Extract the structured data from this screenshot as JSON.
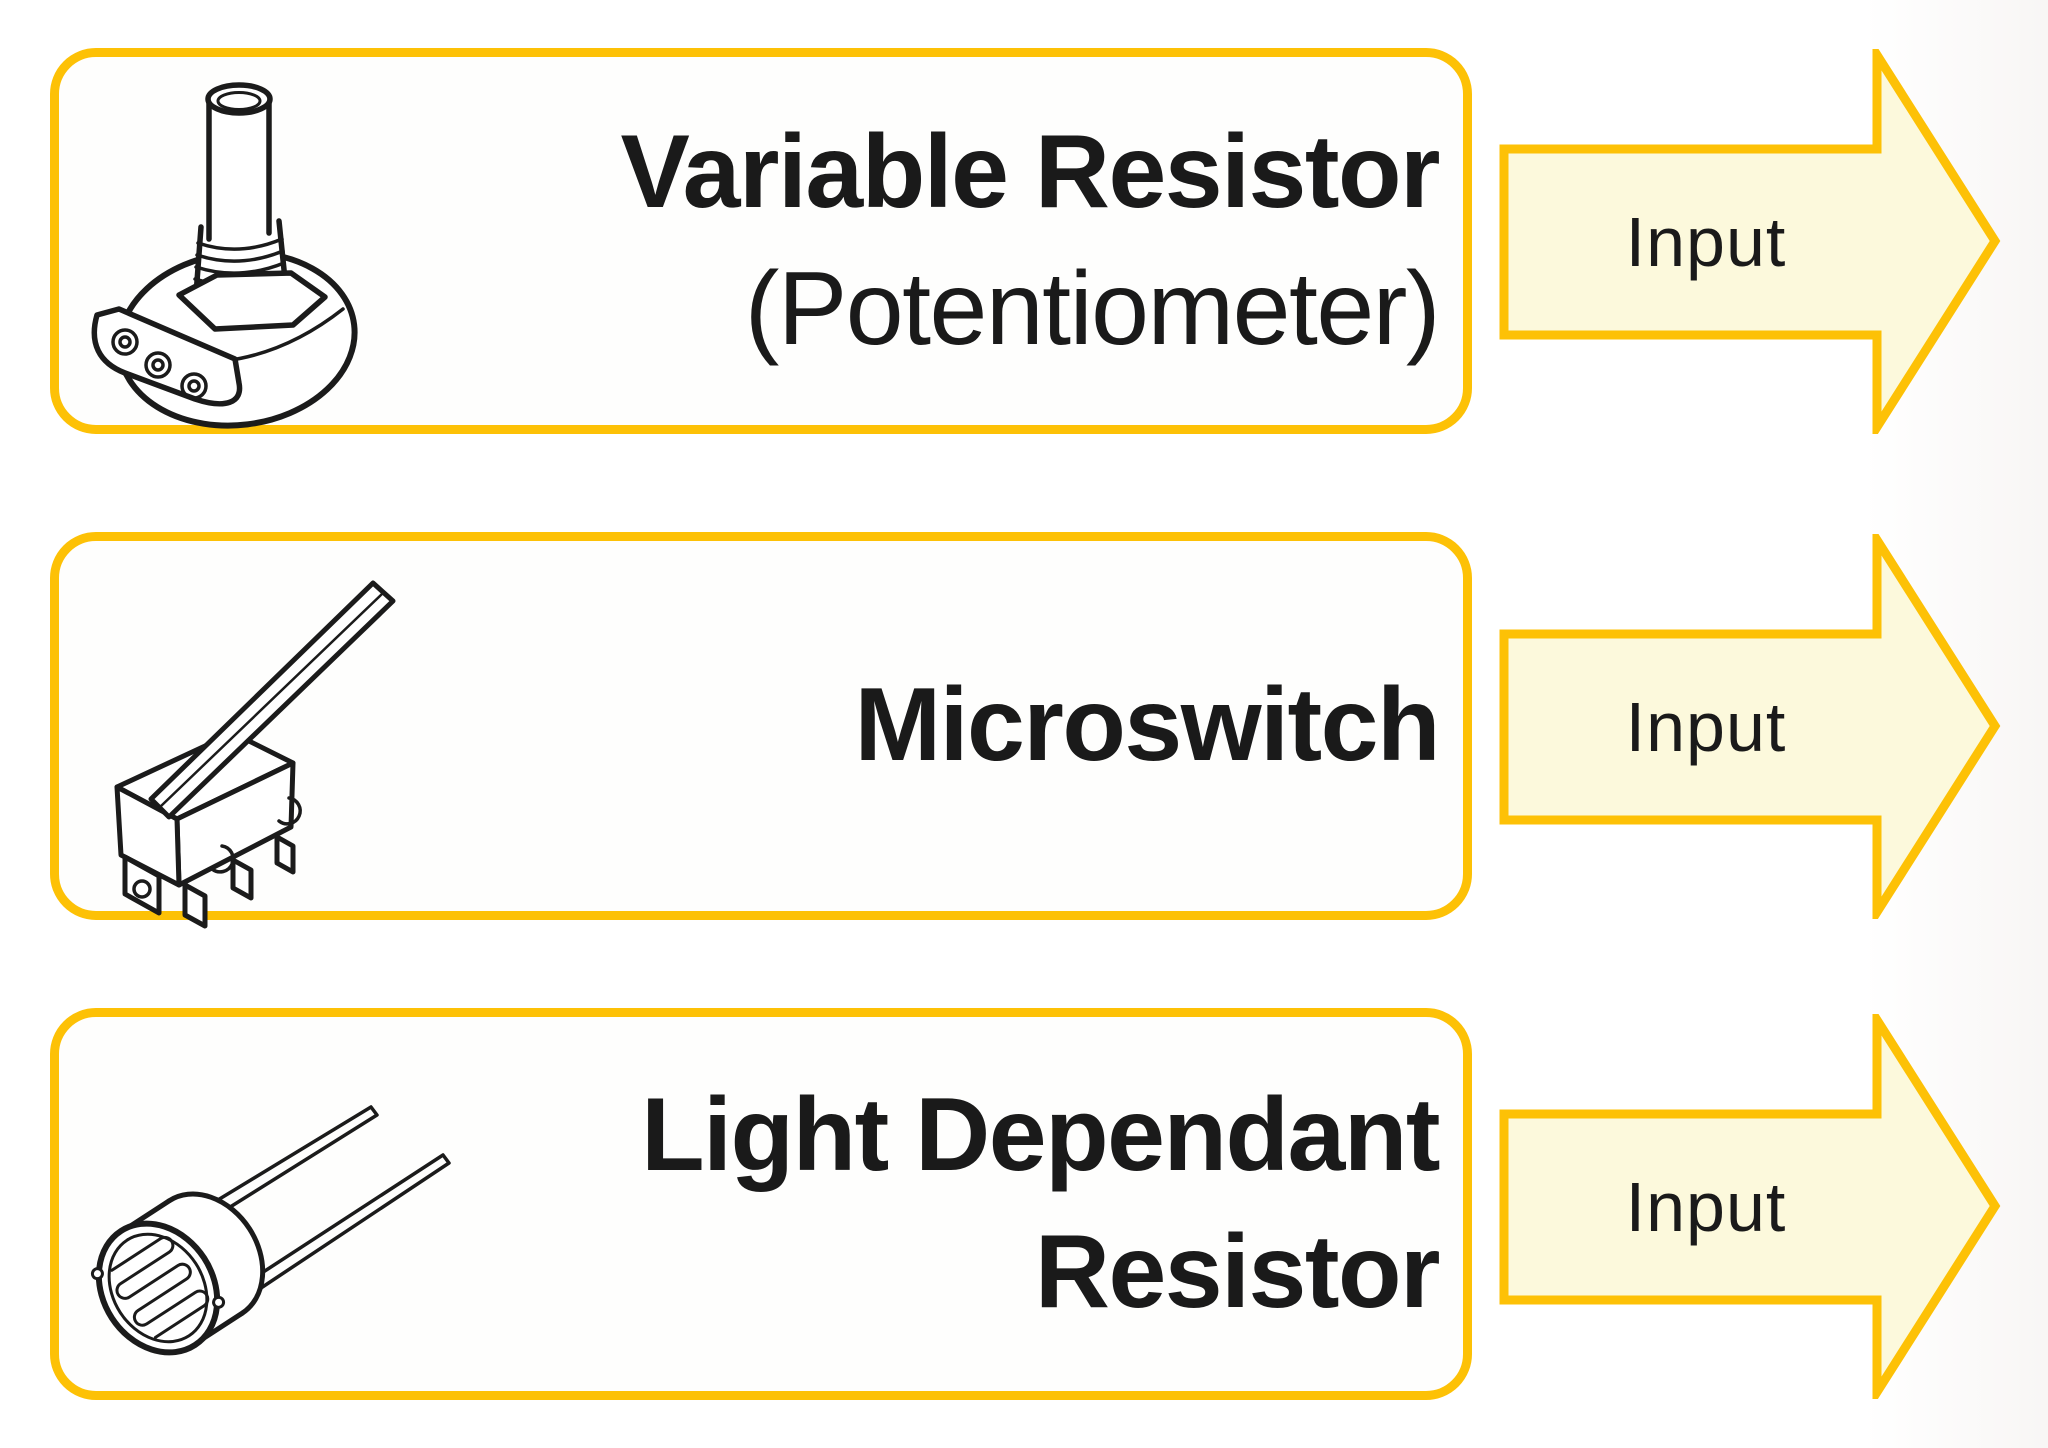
{
  "rows": [
    {
      "component": "variable-resistor",
      "lines": [
        "Variable Resistor",
        "(Potentiometer)"
      ],
      "icon": "potentiometer-illustration",
      "arrow_label": "Input"
    },
    {
      "component": "microswitch",
      "lines": [
        "Microswitch"
      ],
      "icon": "microswitch-illustration",
      "arrow_label": "Input"
    },
    {
      "component": "light-dependant-resistor",
      "lines": [
        "Light Dependant",
        "Resistor"
      ],
      "icon": "ldr-illustration",
      "arrow_label": "Input"
    }
  ],
  "colors": {
    "gold_border": "#fdc106",
    "arrow_fill": "#fcf9dc",
    "box_fill": "#fefefd",
    "text": "#1a1a1a",
    "background": "#ffffff"
  }
}
